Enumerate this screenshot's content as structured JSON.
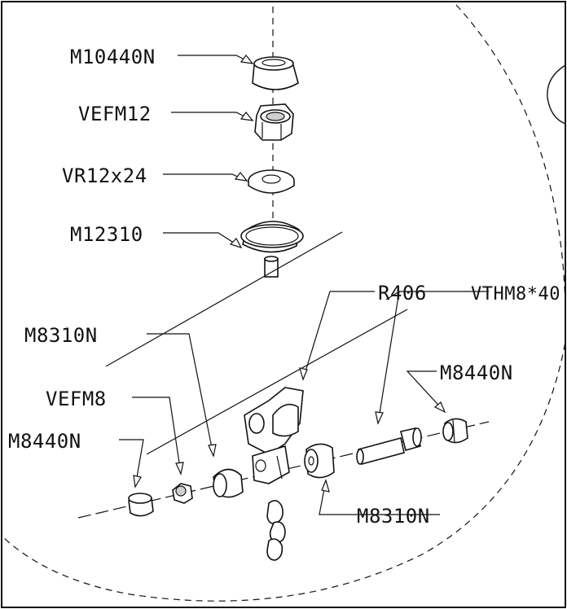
{
  "labels": {
    "cap_top": "M10440N",
    "nut_top": "VEFM12",
    "washer": "VR12x24",
    "cone": "M12310",
    "bracket": "R406",
    "cone_left": "M8310N",
    "bolt": "VTHM8*40",
    "cap_right": "M8440N",
    "nut_left": "VEFM8",
    "cap_left": "M8440N",
    "cone_right": "M8310N"
  }
}
